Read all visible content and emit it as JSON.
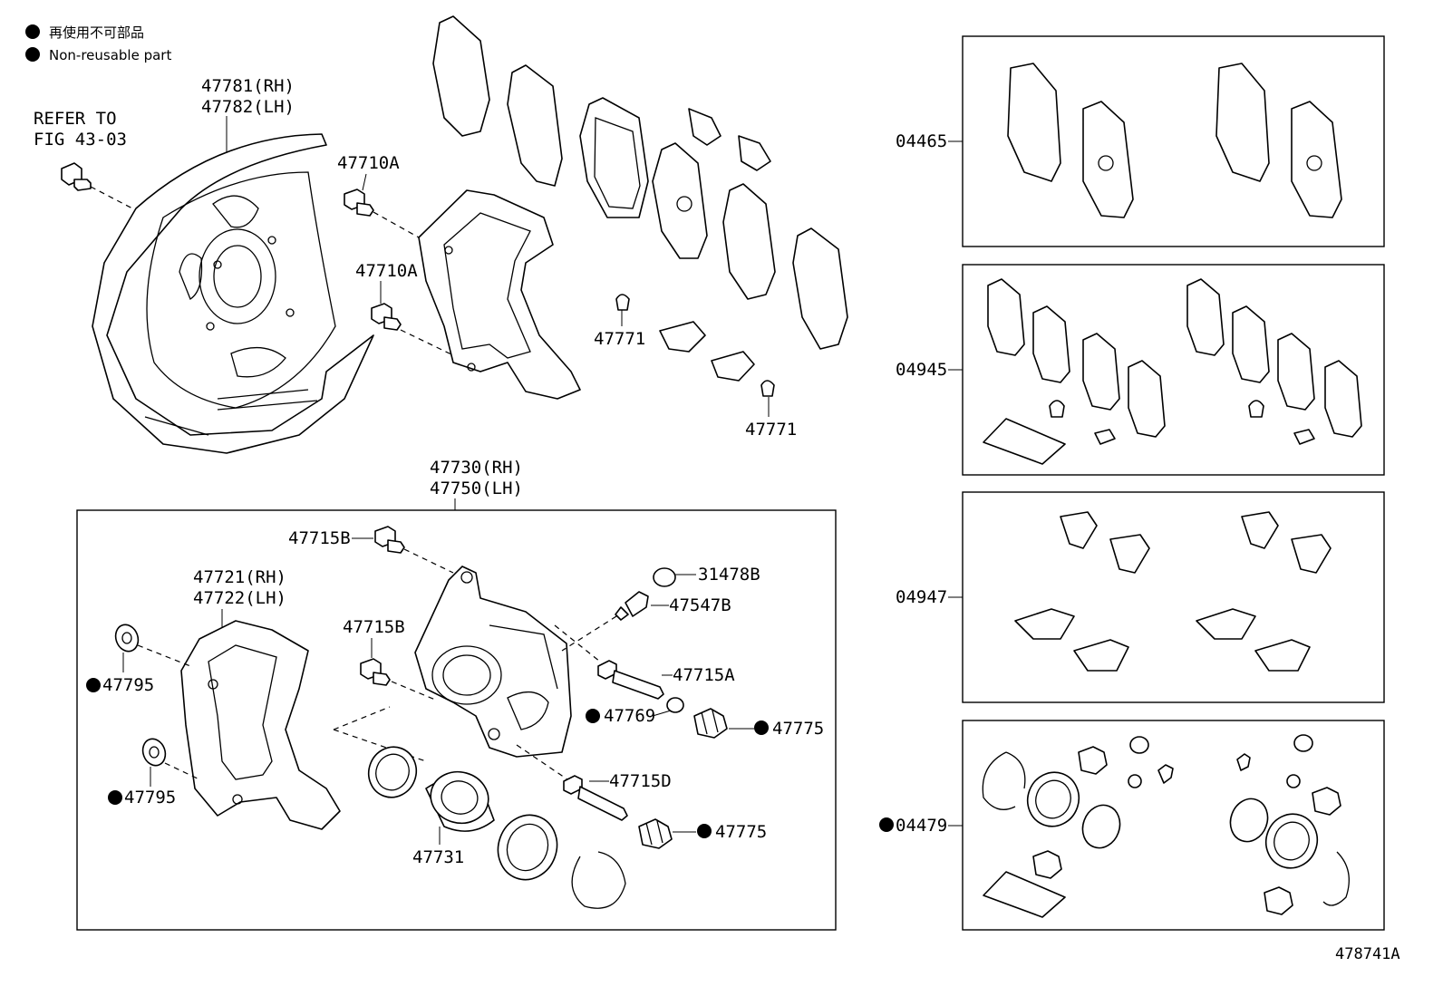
{
  "legend": {
    "jp": "再使用不可部品",
    "en": "Non-reusable part"
  },
  "refer": {
    "line1": "REFER TO",
    "line2": "FIG 43-03"
  },
  "labels": {
    "dust_cover_rh": "47781(RH)",
    "dust_cover_lh": "47782(LH)",
    "bolt_710a_1": "47710A",
    "bolt_710a_2": "47710A",
    "clip_771_1": "47771",
    "clip_771_2": "47771",
    "cylinder_rh": "47730(RH)",
    "cylinder_lh": "47750(LH)",
    "bolt_715b_1": "47715B",
    "bolt_715b_2": "47715B",
    "mounting_rh": "47721(RH)",
    "mounting_lh": "47722(LH)",
    "cap_31478b": "31478B",
    "bleeder_47547b": "47547B",
    "pin_47715a": "47715A",
    "seal_47769": "47769",
    "boot_47775_1": "47775",
    "boot_47775_2": "47775",
    "pin_47715d": "47715D",
    "piston_47731": "47731",
    "ring_47795_1": "47795",
    "ring_47795_2": "47795",
    "kit_04465": "04465",
    "kit_04945": "04945",
    "kit_04947": "04947",
    "kit_04479": "04479"
  },
  "figure_id": "478741A"
}
